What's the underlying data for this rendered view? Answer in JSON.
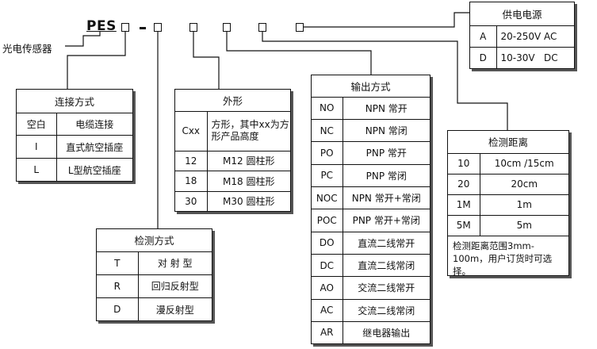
{
  "model_code": {
    "prefix": "PES",
    "product_label": "光电传感器"
  },
  "connection": {
    "title": "连接方式",
    "rows": [
      {
        "code": "空白",
        "desc": "电缆连接"
      },
      {
        "code": "I",
        "desc": "直式航空插座"
      },
      {
        "code": "L",
        "desc": "L型航空插座"
      }
    ]
  },
  "shape": {
    "title": "外形",
    "rows": [
      {
        "code": "Cxx",
        "desc": "方形，其中xx为方形产品高度"
      },
      {
        "code": "12",
        "desc": "M12 圆柱形"
      },
      {
        "code": "18",
        "desc": "M18 圆柱形"
      },
      {
        "code": "30",
        "desc": "M30 圆柱形"
      }
    ]
  },
  "detection_mode": {
    "title": "检测方式",
    "rows": [
      {
        "code": "T",
        "desc": "对 射 型"
      },
      {
        "code": "R",
        "desc": "回归反射型"
      },
      {
        "code": "D",
        "desc": "漫反射型"
      }
    ]
  },
  "output": {
    "title": "输出方式",
    "rows": [
      {
        "code": "NO",
        "desc": "NPN 常开"
      },
      {
        "code": "NC",
        "desc": "NPN 常闭"
      },
      {
        "code": "PO",
        "desc": "PNP 常开"
      },
      {
        "code": "PC",
        "desc": "PNP 常闭"
      },
      {
        "code": "NOC",
        "desc": "NPN 常开+常闭"
      },
      {
        "code": "POC",
        "desc": "PNP 常开+常闭"
      },
      {
        "code": "DO",
        "desc": "直流二线常开"
      },
      {
        "code": "DC",
        "desc": "直流二线常闭"
      },
      {
        "code": "AO",
        "desc": "交流二线常开"
      },
      {
        "code": "AC",
        "desc": "交流二线常闭"
      },
      {
        "code": "AR",
        "desc": "继电器输出"
      }
    ]
  },
  "distance": {
    "title": "检测距离",
    "rows": [
      {
        "code": "10",
        "desc": "10cm /15cm"
      },
      {
        "code": "20",
        "desc": "20cm"
      },
      {
        "code": "1M",
        "desc": "1m"
      },
      {
        "code": "5M",
        "desc": "5m"
      }
    ],
    "note": "检测距离范围3mm-100m，用户订货时可选择。"
  },
  "power": {
    "title": "供电电源",
    "rows": [
      {
        "code": "A",
        "desc": "20-250V AC"
      },
      {
        "code": "D",
        "desc": "10-30V   DC"
      }
    ]
  }
}
